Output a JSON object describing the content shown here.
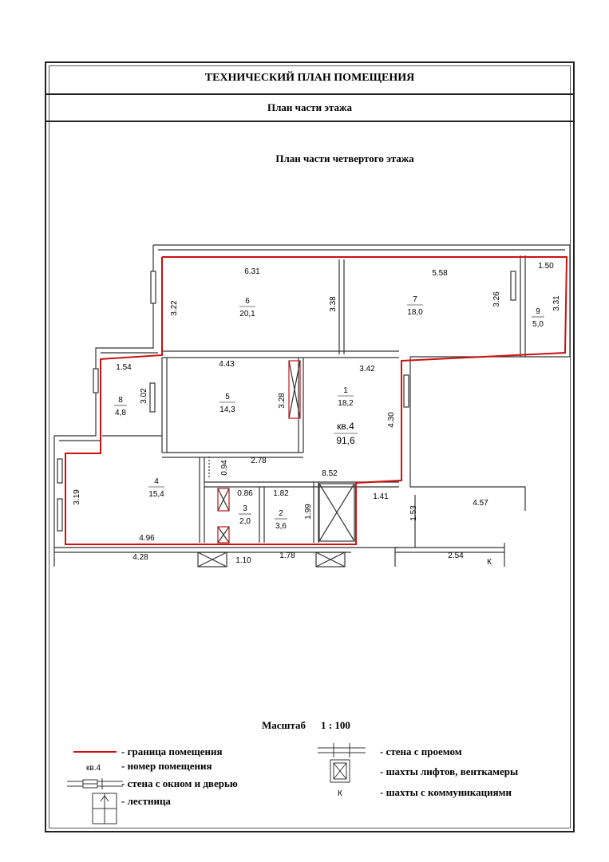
{
  "header": {
    "title": "ТЕХНИЧЕСКИЙ ПЛАН ПОМЕЩЕНИЯ",
    "subtitle": "План части этажа"
  },
  "plan": {
    "title": "План части четвертого этажа",
    "apartment_label": "кв.4",
    "apartment_area": "91,6",
    "rooms": [
      {
        "num": "1",
        "area": "18,2"
      },
      {
        "num": "2",
        "area": "3,6"
      },
      {
        "num": "3",
        "area": "2,0"
      },
      {
        "num": "4",
        "area": "15,4"
      },
      {
        "num": "5",
        "area": "14,3"
      },
      {
        "num": "6",
        "area": "20,1"
      },
      {
        "num": "7",
        "area": "18,0"
      },
      {
        "num": "8",
        "area": "4,8"
      },
      {
        "num": "9",
        "area": "5,0"
      }
    ],
    "dims": [
      "6.31",
      "5.58",
      "1.50",
      "3.22",
      "3.38",
      "3.26",
      "3.31",
      "1.54",
      "4.43",
      "3.42",
      "3.02",
      "3.28",
      "4.30",
      "0.94",
      "2.78",
      "8.52",
      "3.19",
      "0.86",
      "1.82",
      "1.99",
      "1.41",
      "1.53",
      "4.57",
      "4.96",
      "4.28",
      "1.10",
      "1.78",
      "2.54"
    ],
    "shaft_mark": "К"
  },
  "scale": {
    "label": "Масштаб",
    "value": "1 : 100"
  },
  "legend": {
    "boundary": "- граница помещения",
    "room_number": "- номер помещения",
    "room_number_sample": "кв.4",
    "wall_window_door": "- стена с окном и дверью",
    "stairs": "- лестница",
    "wall_opening": "- стена с проемом",
    "shafts": "- шахты лифтов, венткамеры",
    "comm_shafts": "- шахты с коммуникациями",
    "comm_mark": "К"
  },
  "colors": {
    "boundary": "#cc1111",
    "wall": "#333333"
  }
}
